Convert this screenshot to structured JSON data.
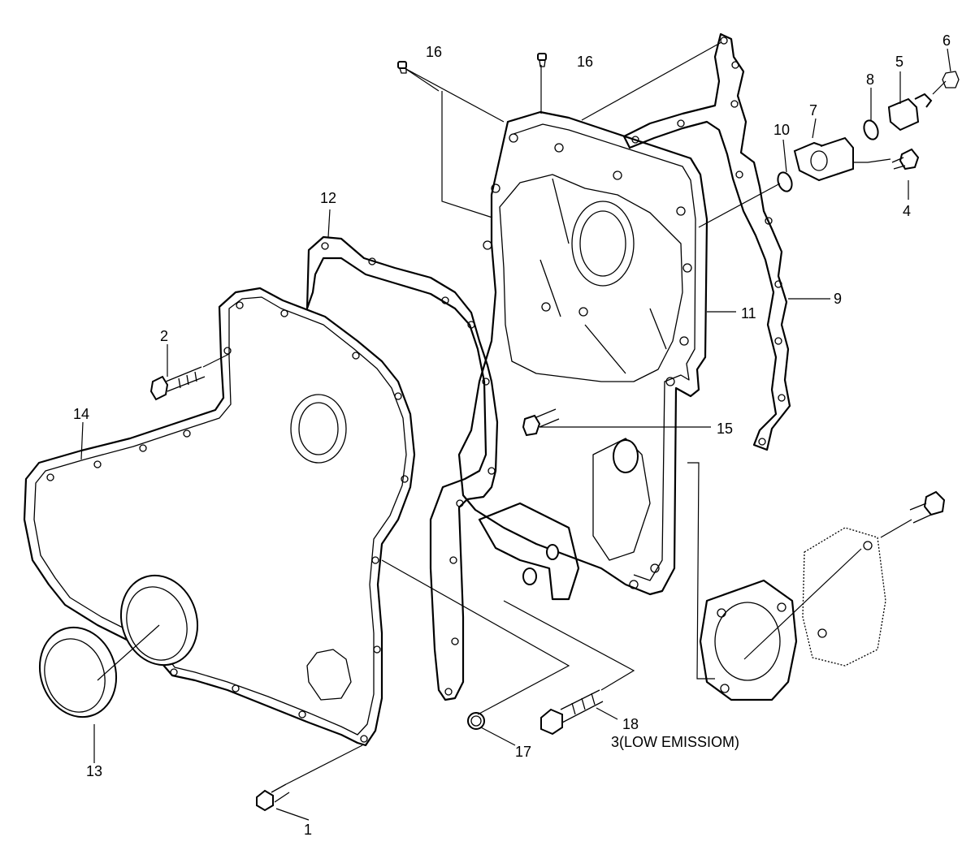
{
  "callouts": [
    {
      "num": "1"
    },
    {
      "num": "2"
    },
    {
      "num": "3(LOW EMISSIOM)"
    },
    {
      "num": "4"
    },
    {
      "num": "5"
    },
    {
      "num": "6"
    },
    {
      "num": "7"
    },
    {
      "num": "8"
    },
    {
      "num": "9"
    },
    {
      "num": "10"
    },
    {
      "num": "11"
    },
    {
      "num": "12"
    },
    {
      "num": "13"
    },
    {
      "num": "14"
    },
    {
      "num": "15"
    },
    {
      "num": "16"
    },
    {
      "num": "16"
    },
    {
      "num": "17"
    },
    {
      "num": "18"
    }
  ]
}
